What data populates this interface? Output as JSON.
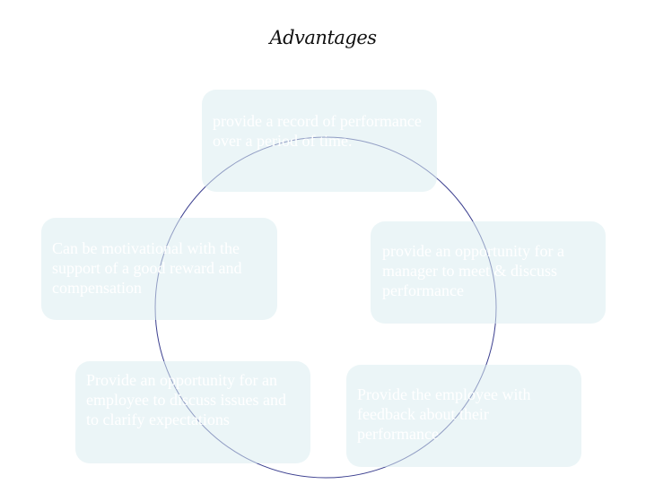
{
  "title": "Advantages",
  "colors": {
    "card_fill": "#dbecf0",
    "card_text": "#ffffff",
    "ring_stroke": "#3b3f8f",
    "title_text": "#111111"
  },
  "items": [
    {
      "text": "provide a record of performance over a period of time."
    },
    {
      "text": "Can be motivational with the support of a good reward and compensation"
    },
    {
      "text": "provide an opportunity for a manager to meet & discuss performance"
    },
    {
      "text": "Provide an opportunity for an employee to discuss issues and to clarify expectations"
    },
    {
      "text": "Provide the employee with feedback about their performance"
    }
  ]
}
